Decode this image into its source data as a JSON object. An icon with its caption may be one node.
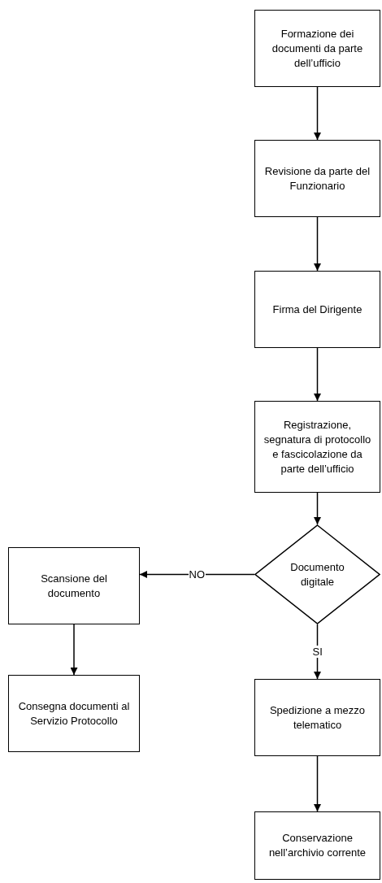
{
  "diagram": {
    "nodes": [
      {
        "text": [
          "Formazione dei documenti da parte dell’ufficio"
        ]
      },
      {
        "text": [
          "Revisione da parte del Funzionario"
        ]
      },
      {
        "text": [
          "Firma del Dirigente"
        ]
      },
      {
        "text": [
          "Registrazione, segnatura di protocollo e fascicolazione da parte dell’ufficio"
        ]
      },
      {
        "text": [
          "Documento digitale"
        ]
      },
      {
        "text": [
          "Scansione del documento"
        ]
      },
      {
        "text": [
          "Consegna documenti al Servizio Protocollo"
        ]
      },
      {
        "text": [
          "Spedizione a mezzo telematico"
        ]
      },
      {
        "text": [
          "Conservazione nell’archivio corrente"
        ]
      }
    ],
    "edges": [
      {
        "from": 0,
        "to": 1,
        "arrow": "to"
      },
      {
        "from": 1,
        "to": 2,
        "arrow": "to"
      },
      {
        "from": 2,
        "to": 3,
        "arrow": "to"
      },
      {
        "from": 3,
        "to": 4,
        "arrow": "to"
      },
      {
        "from": 4,
        "to": 5,
        "label": "NO",
        "arrow": "to"
      },
      {
        "from": 5,
        "to": 6,
        "arrow": "to"
      },
      {
        "from": 4,
        "to": 7,
        "label": "SI",
        "arrow": "to"
      },
      {
        "from": 7,
        "to": 8,
        "arrow": "to"
      }
    ]
  }
}
